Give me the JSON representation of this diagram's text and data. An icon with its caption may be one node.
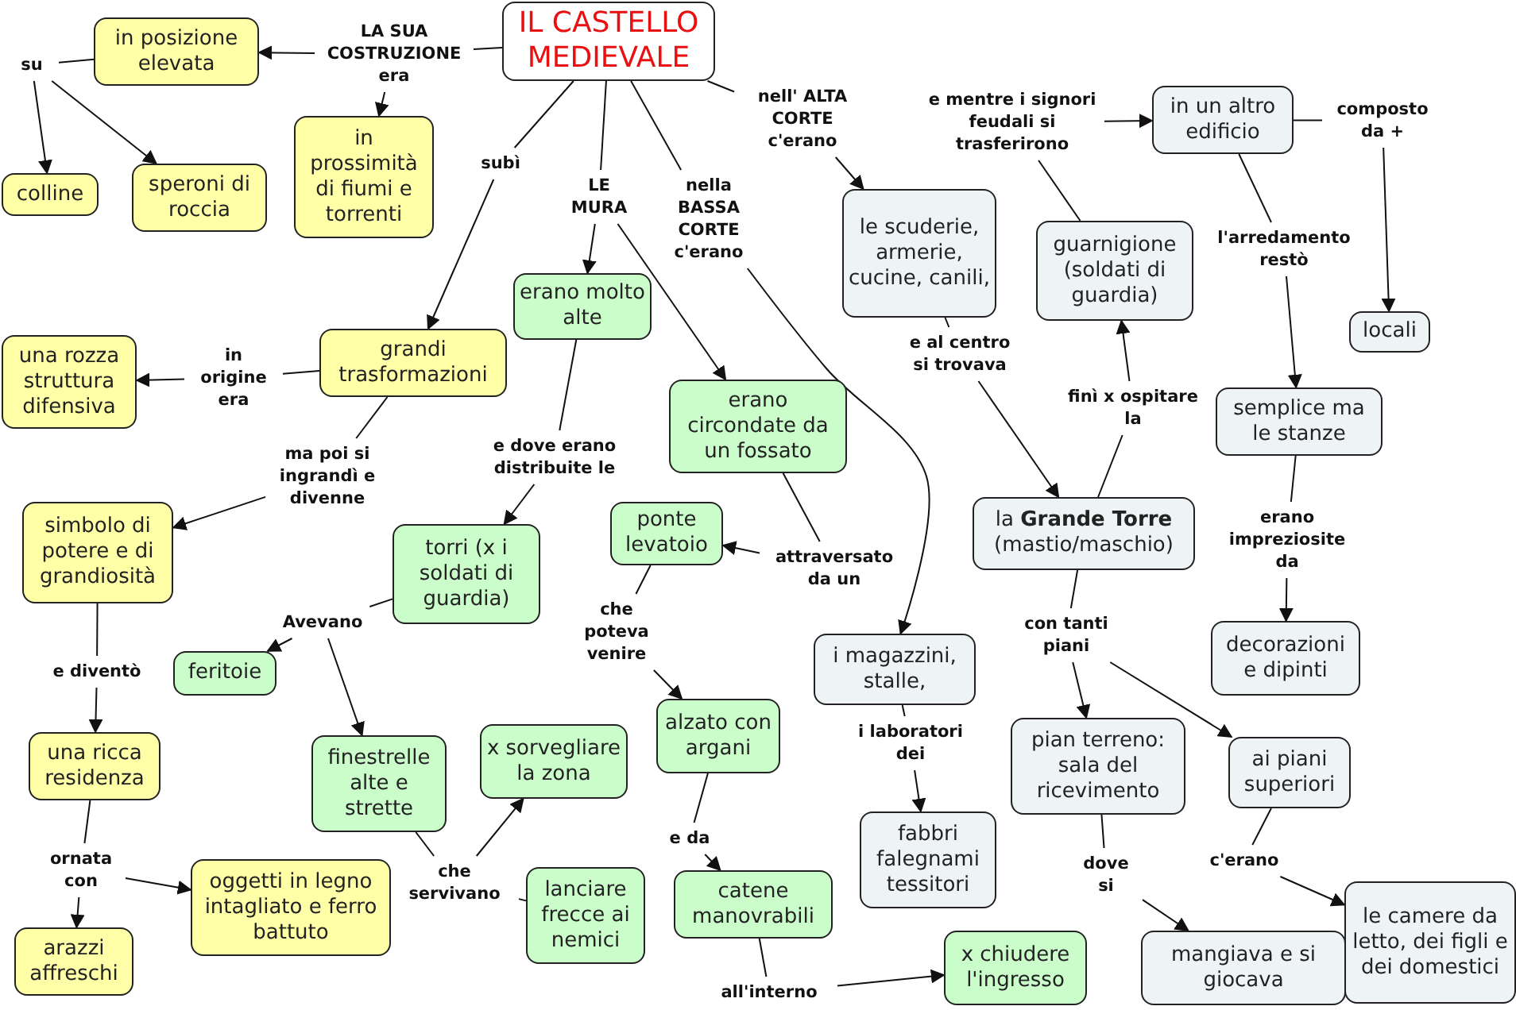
{
  "diagram": {
    "nodes": [
      {
        "text": [
          "IL CASTELLO MEDIEVALE"
        ]
      },
      {
        "text": [
          "LA SUA COSTRUZIONE era"
        ]
      },
      {
        "text": [
          "in posizione elevata"
        ]
      },
      {
        "text": [
          "in prossimità di fiumi e torrenti"
        ]
      },
      {
        "text": [
          "su"
        ]
      },
      {
        "text": [
          "colline"
        ]
      },
      {
        "text": [
          "speroni di roccia"
        ]
      },
      {
        "text": [
          "subì"
        ]
      },
      {
        "text": [
          "grandi trasformazioni"
        ]
      },
      {
        "text": [
          "LE MURA"
        ]
      },
      {
        "text": [
          "erano molto alte"
        ]
      },
      {
        "text": [
          "nella BASSA CORTE c'erano"
        ]
      },
      {
        "text": [
          "nell' ALTA CORTE c'erano"
        ]
      },
      {
        "text": [
          "le scuderie, armerie, cucine, canili,"
        ]
      },
      {
        "text": [
          "e mentre i signori feudali si trasferirono"
        ]
      },
      {
        "text": [
          "in un altro edificio"
        ]
      },
      {
        "text": [
          "composto da +"
        ]
      },
      {
        "text": [
          "locali"
        ]
      },
      {
        "text": [
          "guarnigione (soldati di guardia)"
        ]
      },
      {
        "text": [
          "l'arredamento restò"
        ]
      },
      {
        "text": [
          "semplice ma le stanze"
        ]
      },
      {
        "text": [
          "in origine era"
        ]
      },
      {
        "text": [
          "una rozza struttura difensiva"
        ]
      },
      {
        "text": [
          "ma poi si ingrandì e divenne"
        ]
      },
      {
        "text": [
          "simbolo di potere e di grandiosità"
        ]
      },
      {
        "text": [
          "e dove erano distribuite le"
        ]
      },
      {
        "text": [
          "torri (x i soldati di guardia)"
        ]
      },
      {
        "text": [
          "erano circondate da un fossato"
        ]
      },
      {
        "text": [
          "e al centro si trovava"
        ]
      },
      {
        "text": [
          "finì x ospitare la"
        ]
      },
      {
        "text": [
          "la **Grande Torre** (mastio/maschio)"
        ]
      },
      {
        "text": [
          "erano impreziosite da"
        ]
      },
      {
        "text": [
          "ponte levatoio"
        ]
      },
      {
        "text": [
          "attraversato da un"
        ]
      },
      {
        "text": [
          "decorazioni e dipinti"
        ]
      },
      {
        "text": [
          "e diventò"
        ]
      },
      {
        "text": [
          "Avevano"
        ]
      },
      {
        "text": [
          "feritoie"
        ]
      },
      {
        "text": [
          "che poteva venire"
        ]
      },
      {
        "text": [
          "i magazzini, stalle,"
        ]
      },
      {
        "text": [
          "con tanti piani"
        ]
      },
      {
        "text": [
          "una ricca residenza"
        ]
      },
      {
        "text": [
          "finestrelle alte e strette"
        ]
      },
      {
        "text": [
          "x sorvegliare la zona"
        ]
      },
      {
        "text": [
          "alzato con argani"
        ]
      },
      {
        "text": [
          "pian terreno: sala del ricevimento"
        ]
      },
      {
        "text": [
          "ai piani superiori"
        ]
      },
      {
        "text": [
          "i laboratori dei"
        ]
      },
      {
        "text": [
          "ornata con"
        ]
      },
      {
        "text": [
          "che servivano"
        ]
      },
      {
        "text": [
          "oggetti in legno intagliato e ferro battuto"
        ]
      },
      {
        "text": [
          "lanciare frecce ai nemici"
        ]
      },
      {
        "text": [
          "e da"
        ]
      },
      {
        "text": [
          "catene manovrabili"
        ]
      },
      {
        "text": [
          "fabbri falegnami tessitori"
        ]
      },
      {
        "text": [
          "dove si"
        ]
      },
      {
        "text": [
          "c'erano"
        ]
      },
      {
        "text": [
          "arazzi affreschi"
        ]
      },
      {
        "text": [
          "all'interno"
        ]
      },
      {
        "text": [
          "x chiudere l'ingresso"
        ]
      },
      {
        "text": [
          "mangiava e si giocava"
        ]
      },
      {
        "text": [
          "le camere da letto, dei figli e dei domestici"
        ]
      }
    ],
    "edges": [
      {
        "from": 0,
        "to": 1,
        "arrow": "none"
      },
      {
        "from": 1,
        "to": 2,
        "arrow": "to"
      },
      {
        "from": 1,
        "to": 3,
        "arrow": "to"
      },
      {
        "from": 2,
        "to": 4,
        "arrow": "none"
      },
      {
        "from": 4,
        "to": 5,
        "arrow": "to"
      },
      {
        "from": 4,
        "to": 6,
        "arrow": "to"
      },
      {
        "from": 0,
        "to": 7,
        "arrow": "none"
      },
      {
        "from": 7,
        "to": 8,
        "arrow": "to"
      },
      {
        "from": 0,
        "to": 9,
        "arrow": "none"
      },
      {
        "from": 9,
        "to": 10,
        "arrow": "to"
      },
      {
        "from": 9,
        "to": 27,
        "arrow": "to"
      },
      {
        "from": 0,
        "to": 11,
        "arrow": "none"
      },
      {
        "from": 11,
        "to": 39,
        "arrow": "to"
      },
      {
        "from": 0,
        "to": 12,
        "arrow": "none"
      },
      {
        "from": 12,
        "to": 13,
        "arrow": "to"
      },
      {
        "from": 13,
        "to": 28,
        "arrow": "none"
      },
      {
        "from": 28,
        "to": 30,
        "arrow": "to"
      },
      {
        "from": 30,
        "to": 29,
        "arrow": "none"
      },
      {
        "from": 29,
        "to": 18,
        "arrow": "to"
      },
      {
        "from": 18,
        "to": 14,
        "arrow": "none"
      },
      {
        "from": 14,
        "to": 15,
        "arrow": "to"
      },
      {
        "from": 15,
        "to": 16,
        "arrow": "none"
      },
      {
        "from": 16,
        "to": 17,
        "arrow": "to"
      },
      {
        "from": 15,
        "to": 19,
        "arrow": "none"
      },
      {
        "from": 19,
        "to": 20,
        "arrow": "to"
      },
      {
        "from": 20,
        "to": 31,
        "arrow": "none"
      },
      {
        "from": 31,
        "to": 34,
        "arrow": "to"
      },
      {
        "from": 8,
        "to": 21,
        "arrow": "none"
      },
      {
        "from": 21,
        "to": 22,
        "arrow": "to"
      },
      {
        "from": 8,
        "to": 23,
        "arrow": "none"
      },
      {
        "from": 23,
        "to": 24,
        "arrow": "to"
      },
      {
        "from": 10,
        "to": 25,
        "arrow": "none"
      },
      {
        "from": 25,
        "to": 26,
        "arrow": "to"
      },
      {
        "from": 27,
        "to": 33,
        "arrow": "none"
      },
      {
        "from": 33,
        "to": 32,
        "arrow": "to"
      },
      {
        "from": 32,
        "to": 38,
        "arrow": "none"
      },
      {
        "from": 38,
        "to": 44,
        "arrow": "to"
      },
      {
        "from": 44,
        "to": 52,
        "arrow": "none"
      },
      {
        "from": 52,
        "to": 53,
        "arrow": "to"
      },
      {
        "from": 53,
        "to": 58,
        "arrow": "none"
      },
      {
        "from": 58,
        "to": 59,
        "arrow": "to"
      },
      {
        "from": 24,
        "to": 35,
        "arrow": "none"
      },
      {
        "from": 35,
        "to": 41,
        "arrow": "to"
      },
      {
        "from": 41,
        "to": 48,
        "arrow": "none"
      },
      {
        "from": 48,
        "to": 57,
        "arrow": "to"
      },
      {
        "from": 48,
        "to": 50,
        "arrow": "to"
      },
      {
        "from": 26,
        "to": 36,
        "arrow": "none"
      },
      {
        "from": 36,
        "to": 37,
        "arrow": "to"
      },
      {
        "from": 36,
        "to": 42,
        "arrow": "to"
      },
      {
        "from": 42,
        "to": 49,
        "arrow": "none"
      },
      {
        "from": 49,
        "to": 43,
        "arrow": "to"
      },
      {
        "from": 49,
        "to": 51,
        "arrow": "none"
      },
      {
        "from": 39,
        "to": 47,
        "arrow": "none"
      },
      {
        "from": 47,
        "to": 54,
        "arrow": "to"
      },
      {
        "from": 30,
        "to": 40,
        "arrow": "none"
      },
      {
        "from": 40,
        "to": 45,
        "arrow": "to"
      },
      {
        "from": 40,
        "to": 46,
        "arrow": "to"
      },
      {
        "from": 45,
        "to": 55,
        "arrow": "none"
      },
      {
        "from": 55,
        "to": 60,
        "arrow": "to"
      },
      {
        "from": 46,
        "to": 56,
        "arrow": "none"
      },
      {
        "from": 56,
        "to": 61,
        "arrow": "to"
      }
    ]
  }
}
